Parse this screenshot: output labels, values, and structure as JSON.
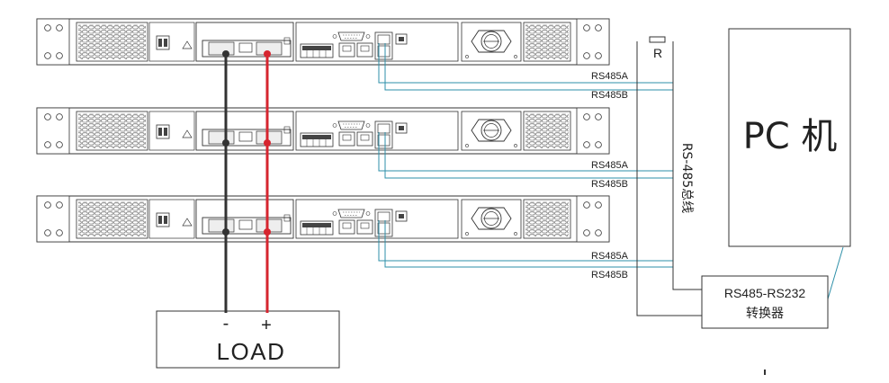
{
  "colors": {
    "positive_wire": "#d6252f",
    "negative_wire": "#333333",
    "rs485_line": "#2d8fa8",
    "outline": "#333333"
  },
  "units": {
    "count": 3,
    "rs485_labels": [
      "RS485A",
      "RS485B"
    ]
  },
  "load": {
    "label": "LOAD",
    "minus_label": "-",
    "plus_label": "+"
  },
  "bus": {
    "terminator_label": "R",
    "label": "RS-485总线"
  },
  "converter": {
    "line1": "RS485-RS232",
    "line2": "转换器"
  },
  "pc": {
    "label": "PC 机"
  }
}
